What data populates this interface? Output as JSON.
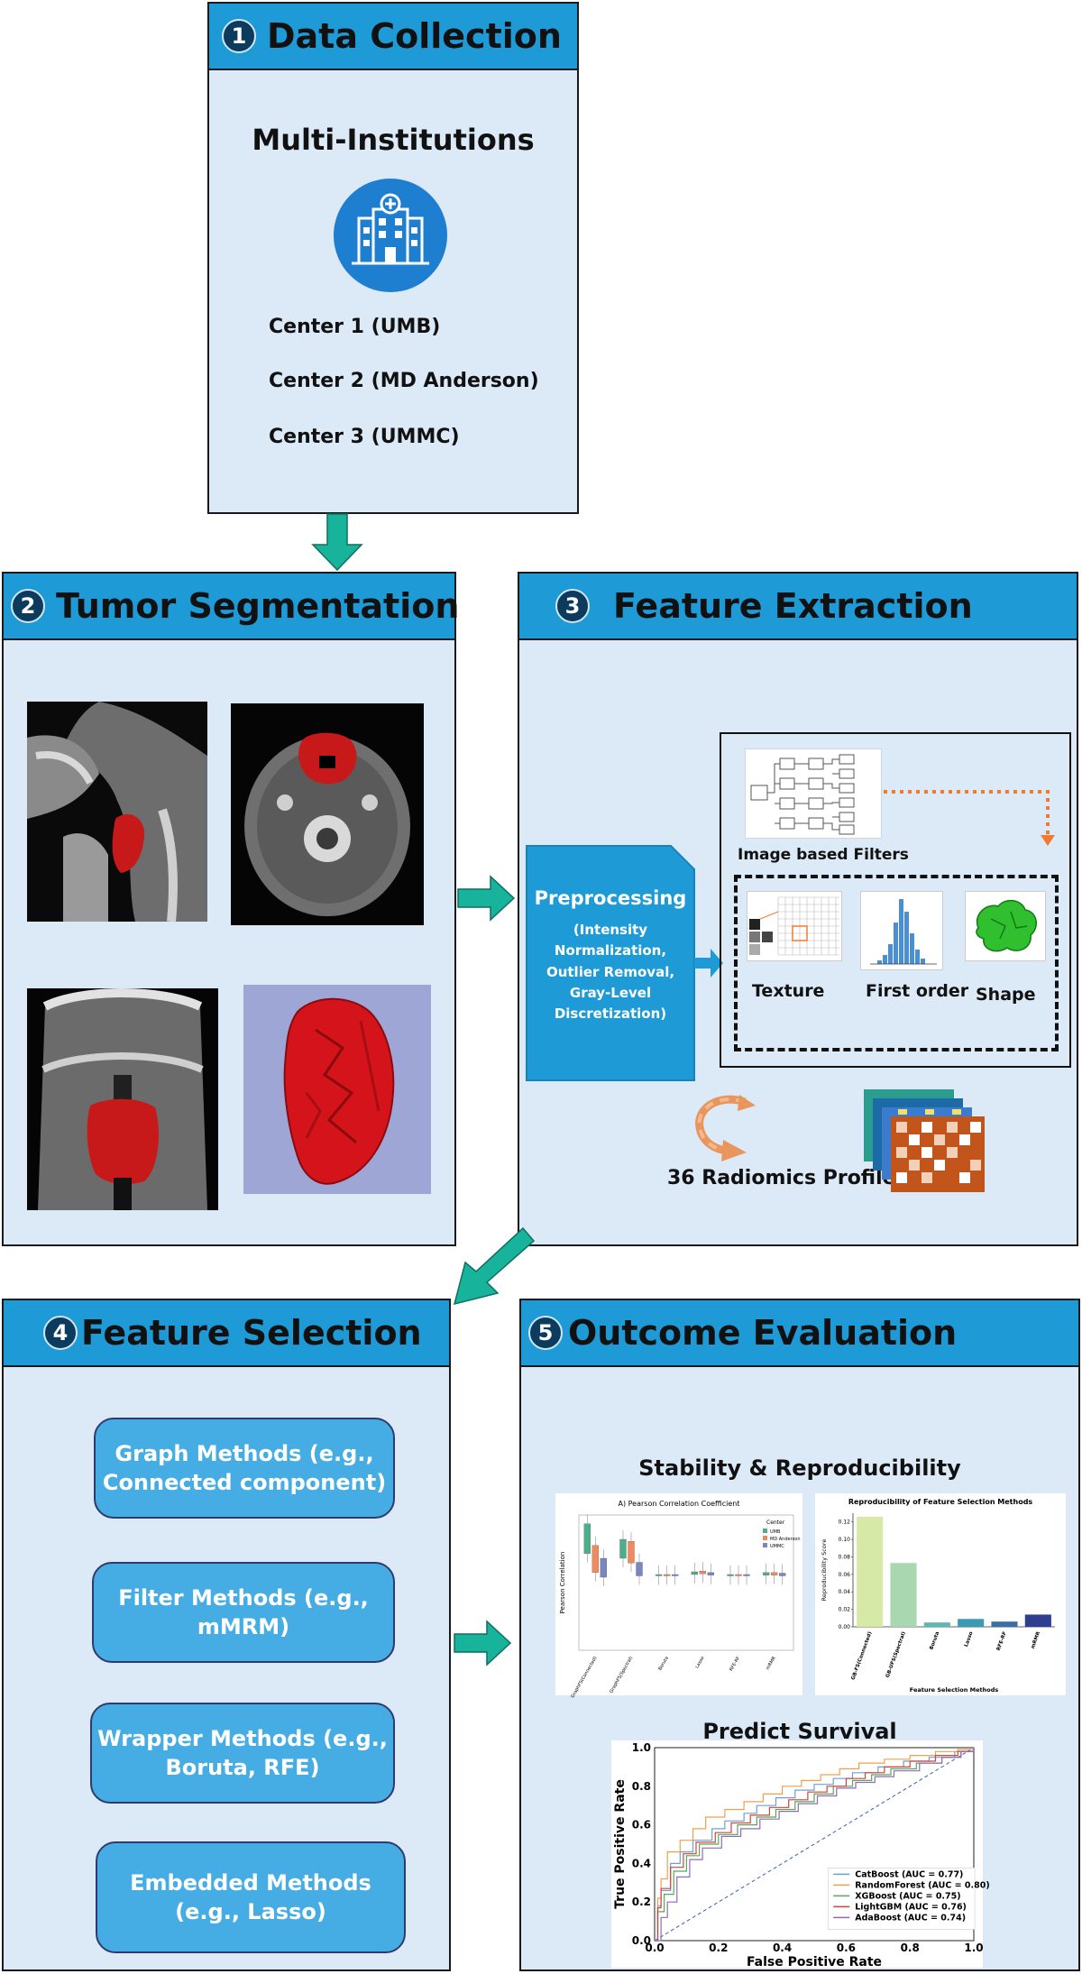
{
  "colors": {
    "header": "#1e9ad6",
    "panel": "#dce9f7",
    "arrow": "#17b39a",
    "pill": "#45ade3"
  },
  "panel1": {
    "number": "1",
    "title": "Data Collection",
    "subtitle": "Multi-Institutions",
    "icon": "hospital-icon",
    "centers": [
      "Center 1 (UMB)",
      "Center 2 (MD Anderson)",
      "Center 3 (UMMC)"
    ]
  },
  "panel2": {
    "number": "2",
    "title": "Tumor Segmentation"
  },
  "panel3": {
    "number": "3",
    "title": "Feature Extraction",
    "preprocessing_title": "Preprocessing",
    "preprocessing_detail": "(Intensity\nNormalization,\nOutlier Removal,\nGray-Level\nDiscretization)",
    "filters_label": "Image based Filters",
    "features": [
      "Texture",
      "First order",
      "Shape"
    ],
    "profiles_label": "36 Radiomics Profiles"
  },
  "panel4": {
    "number": "4",
    "title": "Feature Selection",
    "methods": [
      "Graph Methods (e.g.,\nConnected component)",
      "Filter Methods (e.g.,\nmMRM)",
      "Wrapper  Methods (e.g.,\nBoruta, RFE)",
      "Embedded Methods\n(e.g., Lasso)"
    ]
  },
  "panel5": {
    "number": "5",
    "title": "Outcome Evaluation",
    "stability_title": "Stability & Reproducibility",
    "survival_title": "Predict Survival"
  },
  "chart_data": [
    {
      "type": "box",
      "title": "A) Pearson Correlation Coefficient",
      "ylabel": "Pearson Correlation",
      "legend_title": "Center",
      "legend": [
        "UMB",
        "MD Anderson",
        "UMMC"
      ],
      "categories": [
        "GraphFS(Connected)",
        "GraphFS(Spectral)",
        "Boruta",
        "Lasso",
        "RFE-RF",
        "mRMR"
      ],
      "series_colors": [
        "#4caf8a",
        "#f08a5d",
        "#7a86c2"
      ]
    },
    {
      "type": "bar",
      "title": "Reproducibility of Feature Selection Methods",
      "xlabel": "Feature Selection Methods",
      "ylabel": "Reproducibility Score",
      "categories": [
        "GB-FS(Connected)",
        "GB-UFS(Spectral)",
        "Boruta",
        "Lasso",
        "RFE-RF",
        "mRMR"
      ],
      "values": [
        0.126,
        0.073,
        0.005,
        0.009,
        0.006,
        0.014
      ],
      "ylim": [
        0,
        0.13
      ],
      "yticks": [
        "0.00",
        "0.02",
        "0.04",
        "0.06",
        "0.08",
        "0.10",
        "0.12"
      ],
      "colors": [
        "#d7e9a6",
        "#a8d7b0",
        "#5fb8b0",
        "#3b9bb2",
        "#3a6ea5",
        "#2e3f8f"
      ]
    },
    {
      "type": "line",
      "title": "",
      "xlabel": "False Positive Rate",
      "ylabel": "True Positive Rate",
      "xlim": [
        0,
        1
      ],
      "ylim": [
        0,
        1
      ],
      "ticks": [
        "0.0",
        "0.2",
        "0.4",
        "0.6",
        "0.8",
        "1.0"
      ],
      "series": [
        {
          "name": "CatBoost (AUC = 0.77)",
          "color": "#6aa0d8",
          "x": [
            0,
            0.01,
            0.02,
            0.05,
            0.08,
            0.12,
            0.18,
            0.22,
            0.28,
            0.32,
            0.38,
            0.44,
            0.5,
            0.56,
            0.62,
            0.7,
            0.78,
            0.86,
            0.94,
            1.0
          ],
          "y": [
            0,
            0.18,
            0.26,
            0.4,
            0.46,
            0.52,
            0.58,
            0.62,
            0.66,
            0.7,
            0.74,
            0.78,
            0.81,
            0.84,
            0.87,
            0.9,
            0.93,
            0.95,
            0.98,
            1.0
          ]
        },
        {
          "name": "RandomForest (AUC = 0.80)",
          "color": "#f0a04b",
          "x": [
            0,
            0.01,
            0.02,
            0.04,
            0.08,
            0.12,
            0.16,
            0.22,
            0.28,
            0.34,
            0.4,
            0.46,
            0.52,
            0.58,
            0.64,
            0.72,
            0.8,
            0.88,
            0.95,
            1.0
          ],
          "y": [
            0,
            0.22,
            0.32,
            0.46,
            0.52,
            0.58,
            0.64,
            0.68,
            0.72,
            0.76,
            0.8,
            0.83,
            0.86,
            0.89,
            0.92,
            0.94,
            0.96,
            0.98,
            0.99,
            1.0
          ]
        },
        {
          "name": "XGBoost (AUC = 0.75)",
          "color": "#5aa55a",
          "x": [
            0,
            0.01,
            0.03,
            0.06,
            0.1,
            0.14,
            0.2,
            0.26,
            0.32,
            0.38,
            0.44,
            0.5,
            0.56,
            0.62,
            0.68,
            0.74,
            0.82,
            0.9,
            0.96,
            1.0
          ],
          "y": [
            0,
            0.15,
            0.24,
            0.36,
            0.44,
            0.5,
            0.55,
            0.6,
            0.64,
            0.68,
            0.72,
            0.76,
            0.8,
            0.83,
            0.86,
            0.89,
            0.92,
            0.95,
            0.98,
            1.0
          ]
        },
        {
          "name": "LightGBM (AUC = 0.76)",
          "color": "#d0453a",
          "x": [
            0,
            0.01,
            0.02,
            0.05,
            0.09,
            0.13,
            0.19,
            0.24,
            0.3,
            0.36,
            0.42,
            0.48,
            0.54,
            0.6,
            0.66,
            0.72,
            0.8,
            0.88,
            0.95,
            1.0
          ],
          "y": [
            0,
            0.17,
            0.27,
            0.38,
            0.45,
            0.51,
            0.56,
            0.61,
            0.65,
            0.69,
            0.73,
            0.77,
            0.8,
            0.84,
            0.87,
            0.9,
            0.93,
            0.96,
            0.98,
            1.0
          ]
        },
        {
          "name": "AdaBoost (AUC = 0.74)",
          "color": "#8e6bb8",
          "x": [
            0,
            0.02,
            0.04,
            0.07,
            0.11,
            0.15,
            0.21,
            0.27,
            0.33,
            0.39,
            0.45,
            0.51,
            0.57,
            0.63,
            0.69,
            0.75,
            0.83,
            0.9,
            0.96,
            1.0
          ],
          "y": [
            0,
            0.12,
            0.2,
            0.33,
            0.42,
            0.48,
            0.54,
            0.58,
            0.63,
            0.67,
            0.71,
            0.75,
            0.79,
            0.82,
            0.85,
            0.88,
            0.92,
            0.95,
            0.98,
            1.0
          ]
        }
      ],
      "reference_line": {
        "color": "#3b5fb0",
        "style": "dashed"
      }
    }
  ]
}
